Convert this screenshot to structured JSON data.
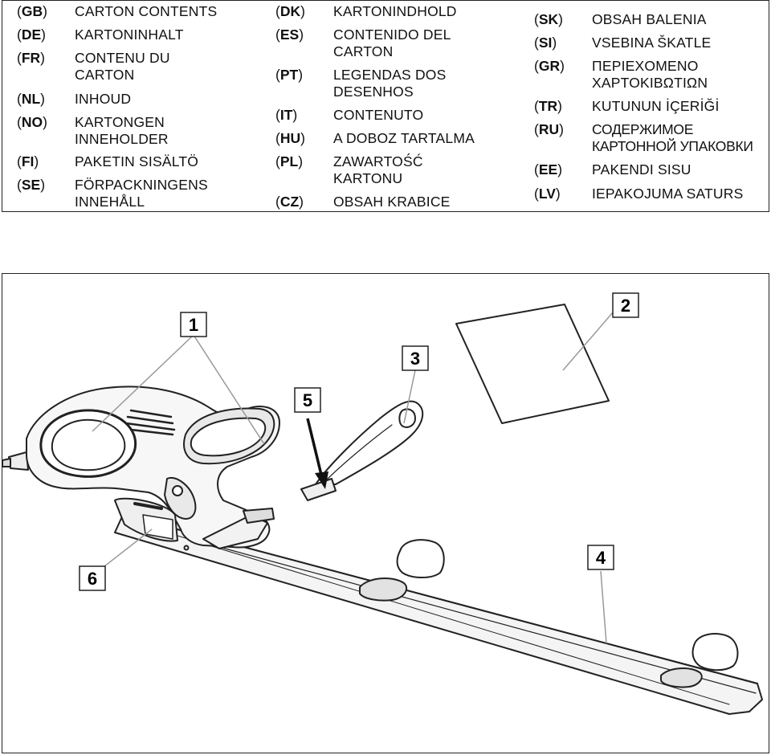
{
  "legend": {
    "col1": [
      {
        "code": "GB",
        "text": [
          "CARTON CONTENTS"
        ]
      },
      {
        "code": "DE",
        "text": [
          "KARTONINHALT"
        ]
      },
      {
        "code": "FR",
        "text": [
          "CONTENU DU",
          "CARTON"
        ]
      },
      {
        "code": "NL",
        "text": [
          "INHOUD"
        ]
      },
      {
        "code": "NO",
        "text": [
          "KARTONGEN",
          "INNEHOLDER"
        ]
      },
      {
        "code": "FI",
        "text": [
          "PAKETIN SISÄLTÖ"
        ]
      },
      {
        "code": "SE",
        "text": [
          "FÖRPACKNINGENS",
          "INNEHÅLL"
        ]
      }
    ],
    "col2": [
      {
        "code": "DK",
        "text": [
          "KARTONINDHOLD"
        ]
      },
      {
        "code": "ES",
        "text": [
          "CONTENIDO DEL",
          "CARTON"
        ]
      },
      {
        "code": "PT",
        "text": [
          "LEGENDAS DOS",
          "DESENHOS"
        ]
      },
      {
        "code": "IT",
        "text": [
          "CONTENUTO"
        ]
      },
      {
        "code": "HU",
        "text": [
          "A DOBOZ TARTALMA"
        ]
      },
      {
        "code": "PL",
        "text": [
          "ZAWARTOŚĆ",
          "KARTONU"
        ]
      },
      {
        "code": "CZ",
        "text": [
          "OBSAH KRABICE"
        ]
      }
    ],
    "col3": [
      {
        "code": "SK",
        "text": [
          "OBSAH BALENIA"
        ]
      },
      {
        "code": "SI",
        "text": [
          "VSEBINA ŠKATLE"
        ]
      },
      {
        "code": "GR",
        "text": [
          "ΠΕΡΙΕΧΟΜΕΝΟ",
          "ΧΑΡΤΟΚΙΒΩΤΙΩΝ"
        ]
      },
      {
        "code": "TR",
        "text": [
          "KUTUNUN İÇERİĞİ"
        ]
      },
      {
        "code": "RU",
        "text": [
          "СОДЕРЖИМОЕ",
          "КАРТОННОЙ УПАКОВКИ"
        ]
      },
      {
        "code": "EE",
        "text": [
          "PAKENDI SISU"
        ]
      },
      {
        "code": "LV",
        "text": [
          "IEPAKOJUMA SATURS"
        ]
      }
    ]
  },
  "figure": {
    "callouts": [
      "1",
      "2",
      "3",
      "4",
      "5",
      "6"
    ]
  }
}
